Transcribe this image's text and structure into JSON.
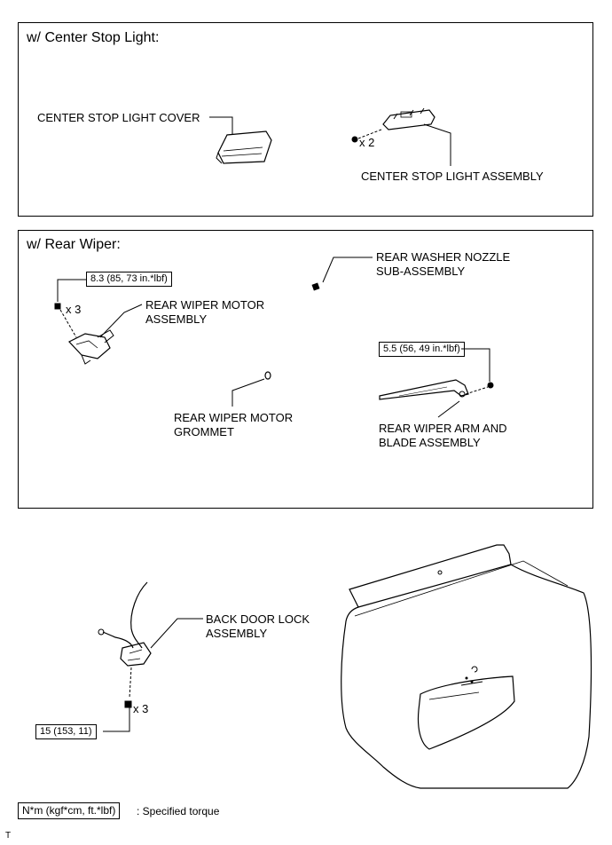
{
  "center_stop": {
    "heading": "w/ Center Stop Light:",
    "cover_label": "CENTER STOP LIGHT COVER",
    "qty": "x 2",
    "assembly_label": "CENTER STOP LIGHT ASSEMBLY"
  },
  "rear_wiper": {
    "heading": "w/ Rear Wiper:",
    "motor_torque": "8.3 (85, 73 in.*lbf)",
    "motor_qty": "x 3",
    "motor_label_1": "REAR WIPER MOTOR",
    "motor_label_2": "ASSEMBLY",
    "nozzle_label_1": "REAR WASHER NOZZLE",
    "nozzle_label_2": "SUB-ASSEMBLY",
    "grommet_label_1": "REAR WIPER MOTOR",
    "grommet_label_2": "GROMMET",
    "arm_torque": "5.5 (56, 49 in.*lbf)",
    "arm_label_1": "REAR WIPER ARM AND",
    "arm_label_2": "BLADE ASSEMBLY"
  },
  "back_door": {
    "lock_label_1": "BACK DOOR LOCK",
    "lock_label_2": "ASSEMBLY",
    "lock_qty": "x 3",
    "lock_torque": "15 (153, 11)"
  },
  "legend": {
    "unit": "N*m (kgf*cm, ft.*lbf)",
    "description": ": Specified torque"
  },
  "footer_mark": "T"
}
